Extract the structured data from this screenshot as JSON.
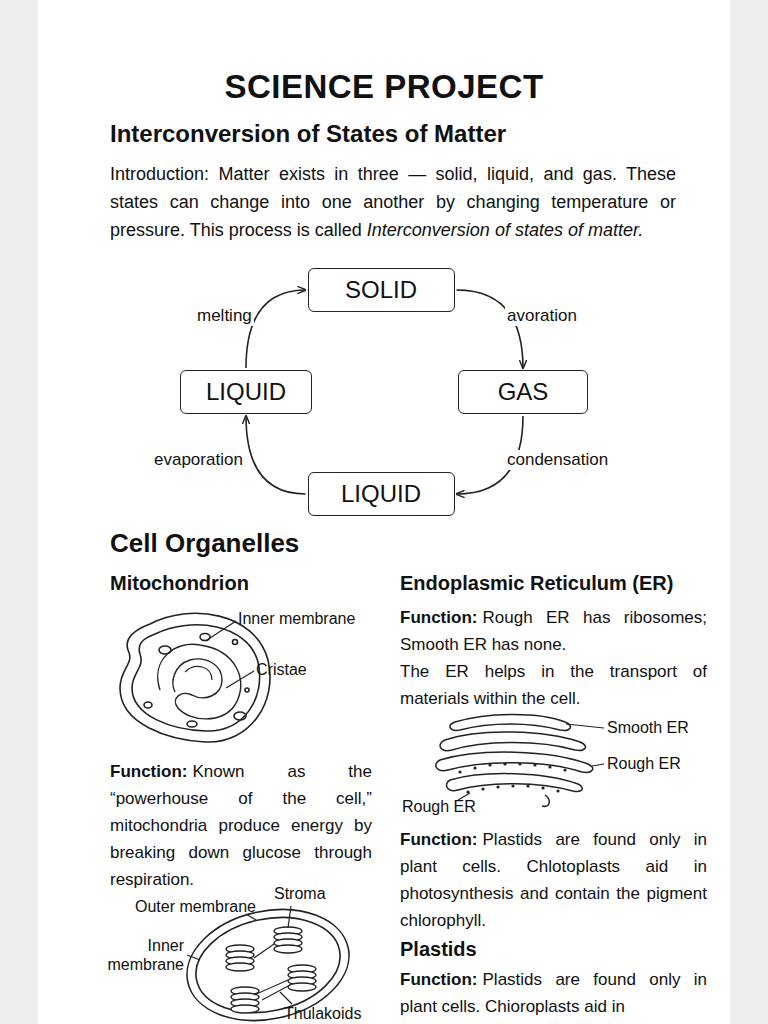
{
  "diagram": {
    "title": "SCIENCE PROJECT",
    "nodes": [
      {
        "text": [
          "SOLID"
        ]
      },
      {
        "text": [
          "LIQUID"
        ]
      },
      {
        "text": [
          "GAS"
        ]
      },
      {
        "text": [
          "LIQUID"
        ]
      }
    ],
    "edges": [
      {
        "from": 1,
        "to": 0,
        "label": "melting",
        "arrow": "to"
      },
      {
        "from": 0,
        "to": 2,
        "label": "avoration",
        "arrow": "to"
      },
      {
        "from": 2,
        "to": 3,
        "label": "condensation",
        "arrow": "to"
      },
      {
        "from": 3,
        "to": 1,
        "label": "evaporation",
        "arrow": "to"
      }
    ],
    "labels": [
      "Interconversion of States of Matter",
      "Introduction: Matter exists in three — solid, liquid, and gas. These states can change into one another by changing temperature or pressure. This process is called",
      "Interconversion of states of matter.",
      "Cell Organelles",
      "Mitochondrion",
      "Inner membrane",
      "Cristae",
      "Function:",
      "Known as the “powerhouse of the cell,” mitochondria produce energy by breaking down glucose through respiration.",
      "Stroma",
      "Outer membrane",
      "Inner membrane",
      "Thulakoids",
      "Endoplasmic Reticulum (ER)",
      "Function:",
      "Rough ER has ribosomes; Smooth ER has none.",
      "The ER helps in the transport of materials within the cell.",
      "Smooth ER",
      "Rough ER",
      "Rough ER",
      "Function:",
      "Plastids are found only in plant cells. Chlotoplasts aid in photosynthesis and contain the pigment chlorophyll.",
      "Plastids",
      "Function:",
      "Plastids are found only in plant cells. Chioroplasts aid in"
    ]
  }
}
